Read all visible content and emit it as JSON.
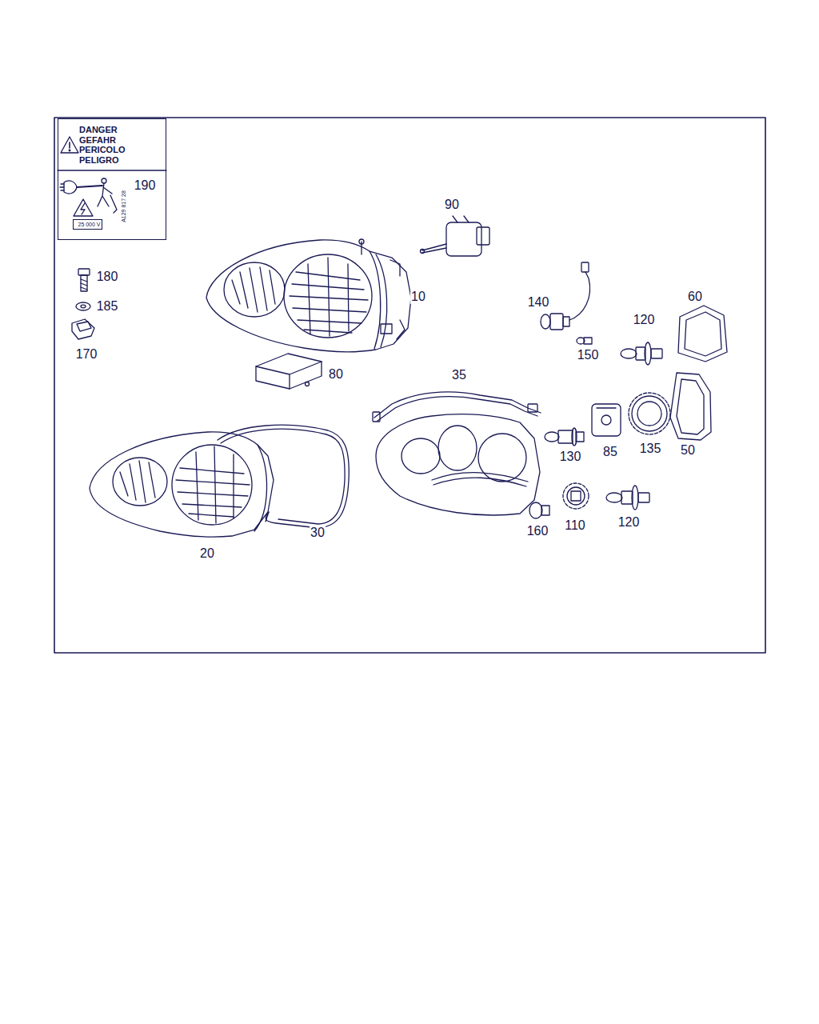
{
  "diagram": {
    "nodes": [
      {
        "text": [
          "DANGER GEFAHR PERICOLO PELIGRO"
        ]
      },
      {
        "text": [
          "25 000 V"
        ],
        "in": 0
      }
    ],
    "labels": [
      "190",
      "180",
      "185",
      "170",
      "90",
      "10",
      "140",
      "120",
      "60",
      "150",
      "80",
      "35",
      "130",
      "85",
      "135",
      "50",
      "30",
      "20",
      "160",
      "110",
      "120",
      "A129 817 28"
    ]
  }
}
